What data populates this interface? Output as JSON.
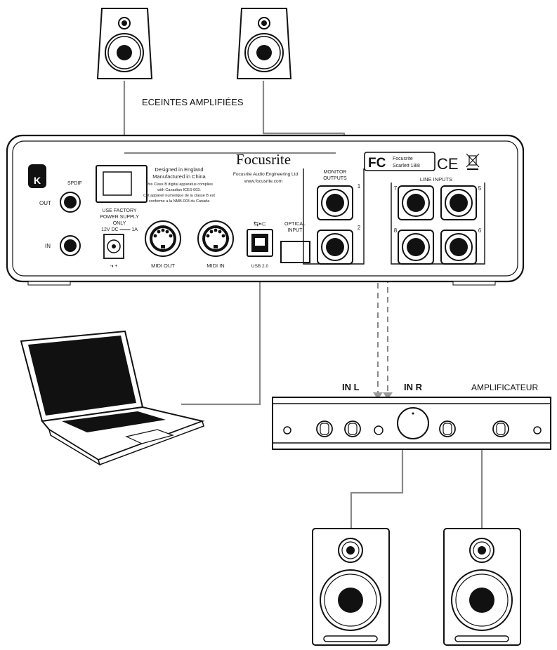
{
  "labels": {
    "powered_speakers": "ECEINTES AMPLIFIÉES",
    "amplifier": "AMPLIFICATEUR",
    "in_l": "IN L",
    "in_r": "IN R"
  },
  "device": {
    "brand": "Focusrite",
    "company": "Focusrite Audio Engineering Ltd",
    "website": "www.focusrite.com",
    "origin_line1": "Designed in England",
    "origin_line2": "Manufactured in China",
    "compliance_line1": "This Class B digital apparatus complies",
    "compliance_line2": "with Canadian ICES-003.",
    "compliance_line3": "Cet appareil numerique de la classe B est",
    "compliance_line4": "conforme a la NMB-003 du Canada",
    "spdif": "SPDIF",
    "out": "OUT",
    "in": "IN",
    "power_line1": "USE FACTORY",
    "power_line2": "POWER SUPPLY",
    "power_line3": "ONLY",
    "power_line4": "12V DC ═══ 1A",
    "midi_out": "MIDI OUT",
    "midi_in": "MIDI IN",
    "usb": "USB 2.0",
    "optical_line1": "OPTICAL",
    "optical_line2": "INPUT",
    "monitor_line1": "MONITOR",
    "monitor_line2": "OUTPUTS",
    "line_inputs": "LINE INPUTS",
    "fc_mark": "FC",
    "model_line1": "Focusrite",
    "model_line2": "Scarlett 18i8",
    "ce_mark": "CE",
    "k_badge": "K",
    "jack_1": "1",
    "jack_2": "2",
    "jack_5": "5",
    "jack_6": "6",
    "jack_7": "7",
    "jack_8": "8"
  }
}
